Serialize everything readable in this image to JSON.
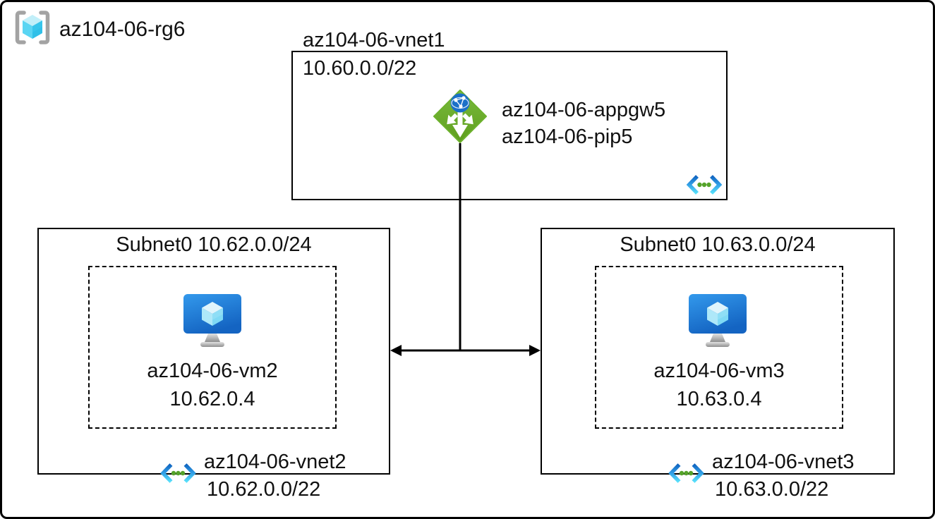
{
  "diagram": {
    "resource_group": {
      "label": "az104-06-rg6"
    },
    "vnet1": {
      "name": "az104-06-vnet1",
      "cidr": "10.60.0.0/22",
      "app_gateway": {
        "name": "az104-06-appgw5",
        "public_ip": "az104-06-pip5"
      }
    },
    "vnet2": {
      "subnet_label": "Subnet0 10.62.0.0/24",
      "vm": {
        "name": "az104-06-vm2",
        "ip": "10.62.0.4"
      },
      "name": "az104-06-vnet2",
      "cidr": "10.62.0.0/22"
    },
    "vnet3": {
      "subnet_label": "Subnet0 10.63.0.0/24",
      "vm": {
        "name": "az104-06-vm3",
        "ip": "10.63.0.4"
      },
      "name": "az104-06-vnet3",
      "cidr": "10.63.0.0/22"
    },
    "icons": {
      "resource_group": "resource-group-icon",
      "application_gateway": "application-gateway-icon",
      "virtual_network": "virtual-network-icon",
      "virtual_machine": "virtual-machine-icon"
    },
    "colors": {
      "appgw_green": "#6cb12c",
      "globe_blue": "#1b70c8",
      "vnet_chevron_blue": "#1e82da",
      "vnet_chevron_cyan": "#58e0fb",
      "vnet_dot_green": "#55a32a",
      "vm_monitor_blue_top": "#3399ec",
      "vm_monitor_blue_bottom": "#1464c2",
      "cube_cyan_light": "#c2eff9",
      "cube_cyan_mid": "#5ad5f3",
      "cube_cyan_dark": "#30c0e8",
      "bracket_gray": "#a3a3a3",
      "line": "#000000"
    }
  }
}
